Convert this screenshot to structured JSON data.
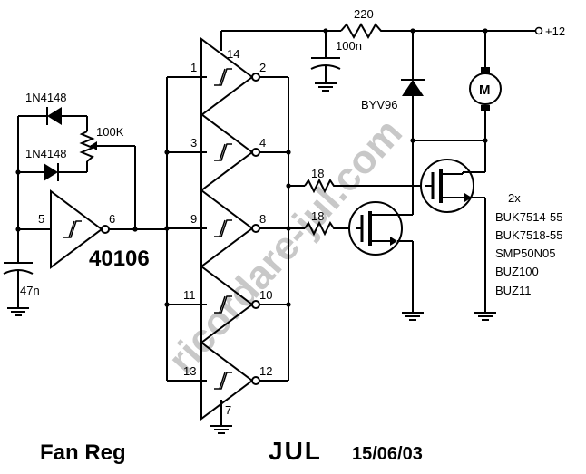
{
  "title": "Fan Reg",
  "author": "JUL",
  "date": "15/06/03",
  "watermark": "ricordare-jul.com",
  "chip": "40106",
  "supply": "+12",
  "components": {
    "r_supply": "220",
    "c_supply": "100n",
    "c_timing": "47n",
    "pot": "100K",
    "diode_top": "1N4148",
    "diode_bottom": "1N4148",
    "flyback_diode": "BYV96",
    "r_gate1": "18",
    "r_gate2": "18",
    "motor": "M"
  },
  "mosfets": {
    "count": "2x",
    "types": [
      "BUK7514-55",
      "BUK7518-55",
      "SMP50N05",
      "BUZ100",
      "BUZ11"
    ]
  },
  "pins": {
    "osc_in": "5",
    "osc_out": "6",
    "g1_in": "1",
    "g1_out": "2",
    "g2_in": "3",
    "g2_out": "4",
    "g3_in": "9",
    "g3_out": "8",
    "g4_in": "11",
    "g4_out": "10",
    "g5_in": "13",
    "g5_out": "12",
    "vdd": "14",
    "vss": "7"
  },
  "colors": {
    "ink": "#000000",
    "watermark": "#c8c8c8",
    "background": "#ffffff"
  }
}
